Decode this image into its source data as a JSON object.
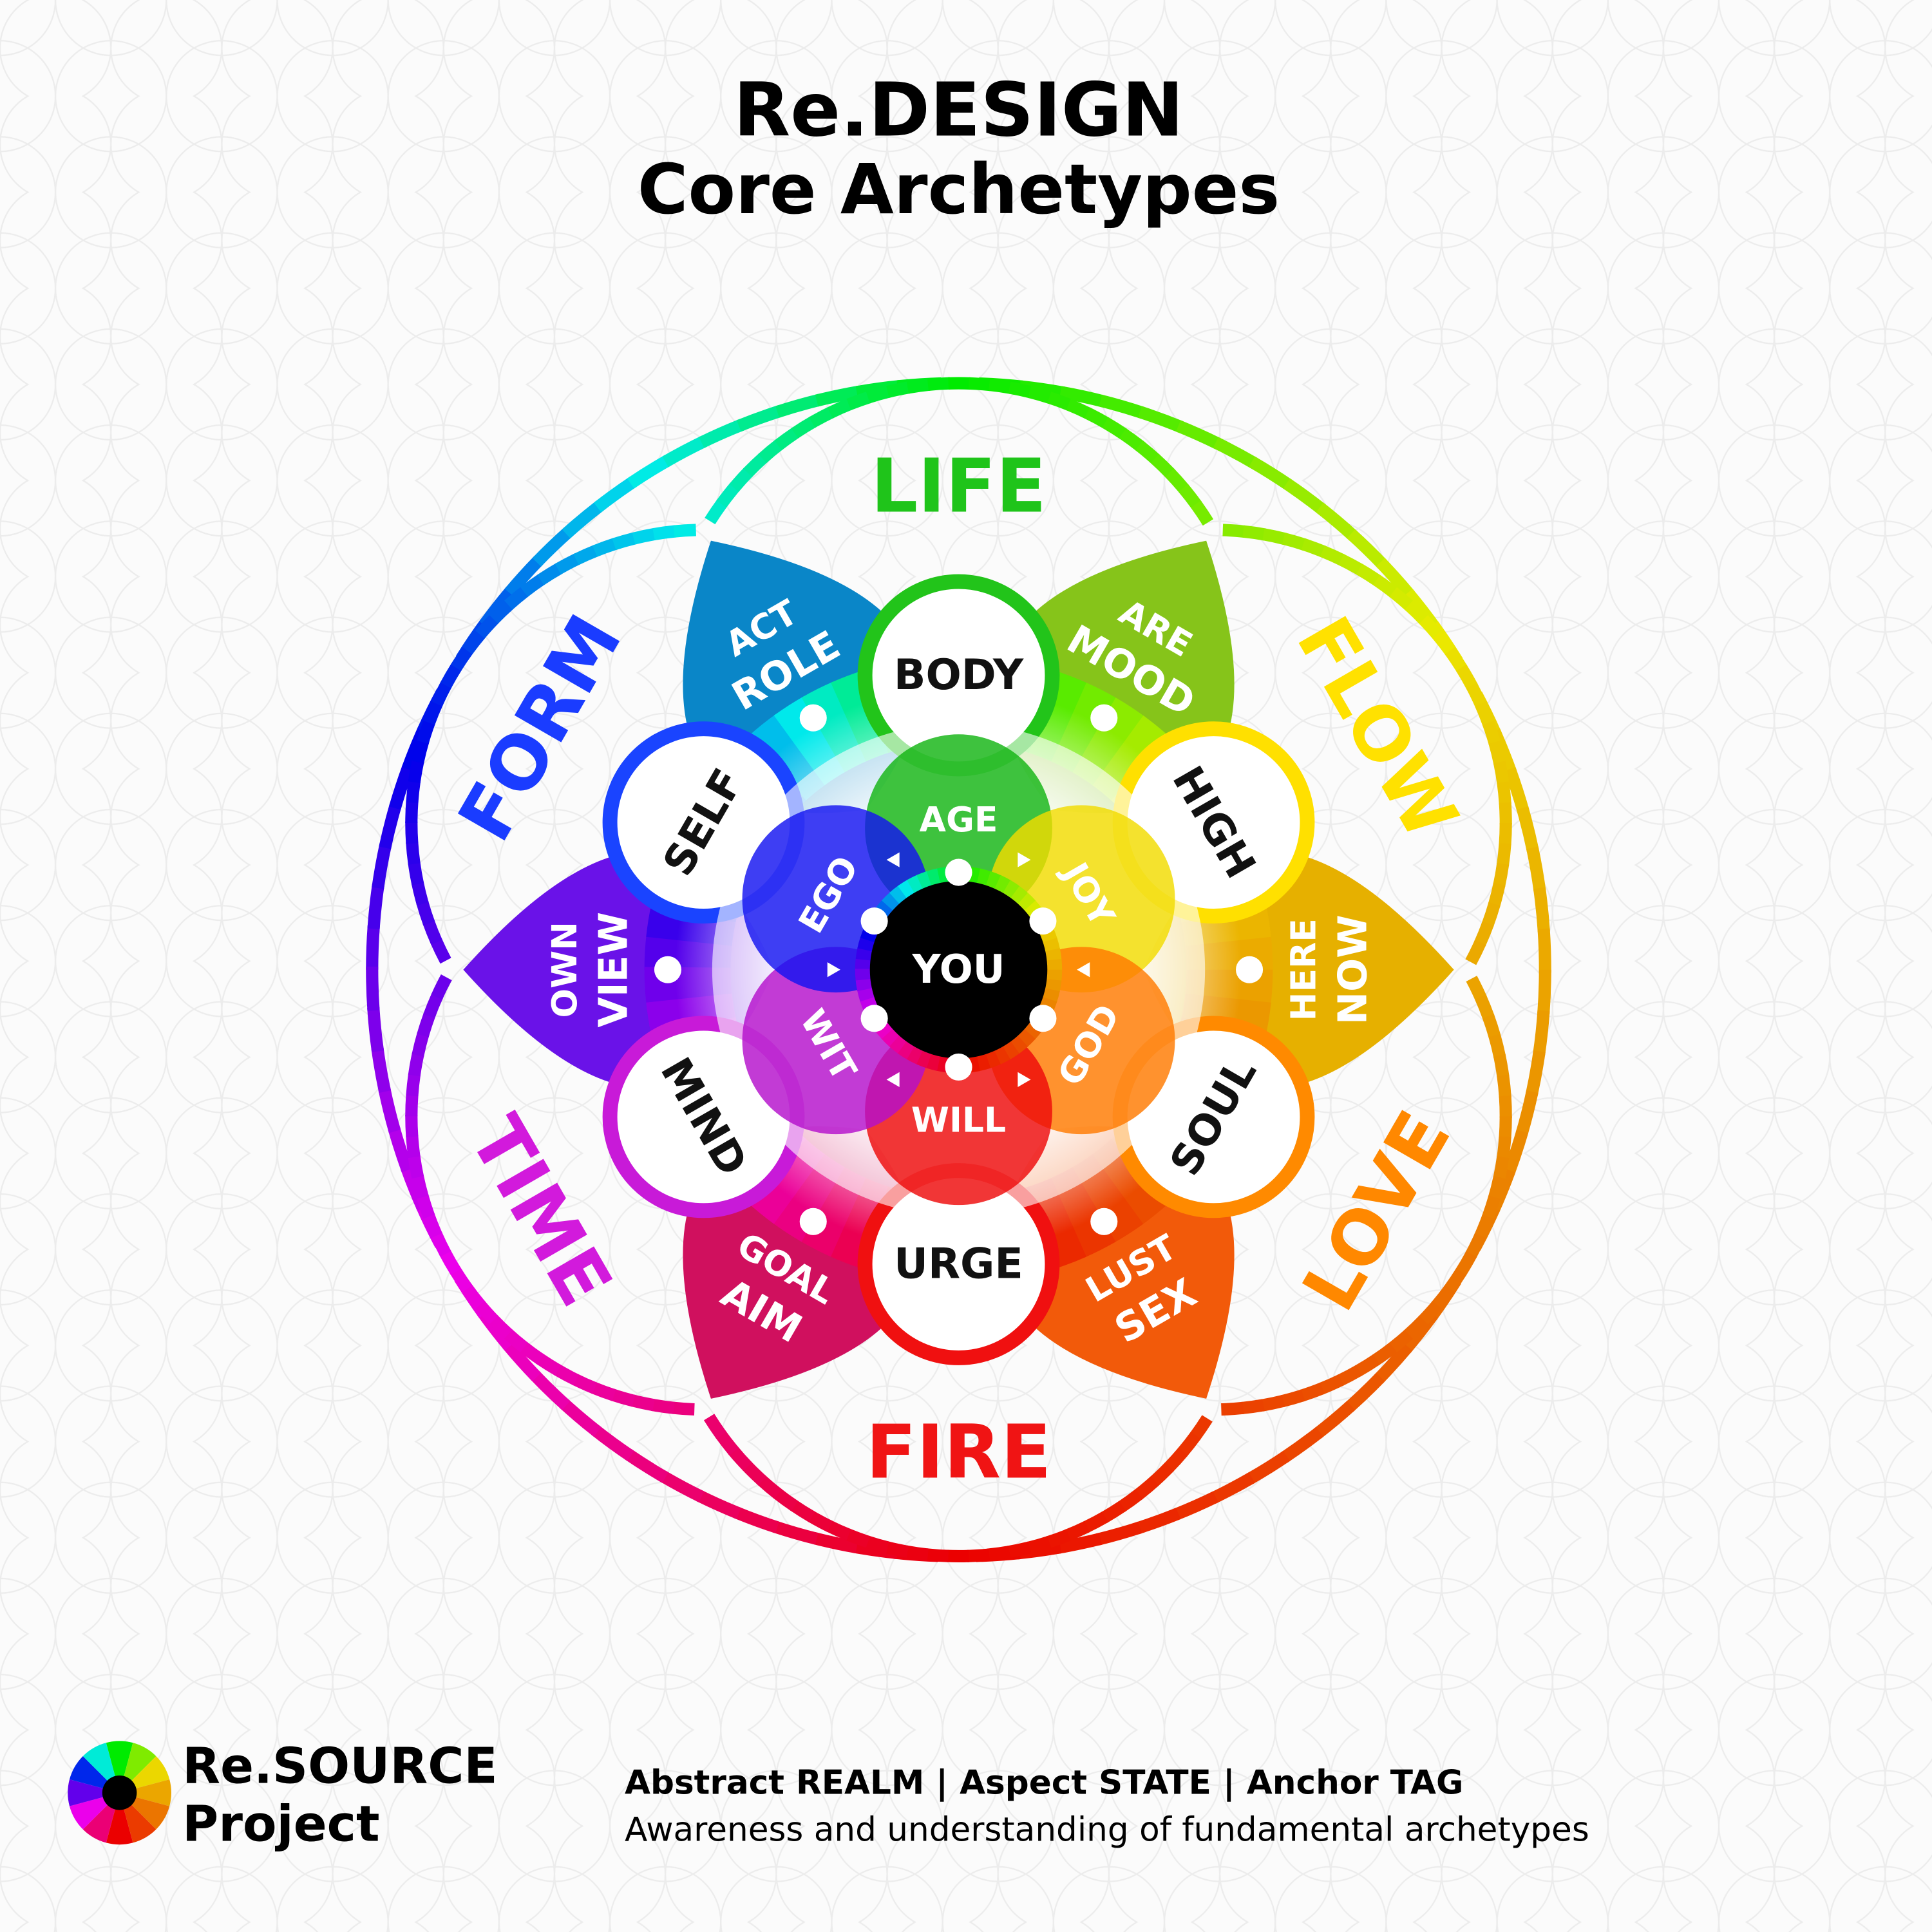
{
  "title": {
    "line1": "Re.DESIGN",
    "line2": "Core Archetypes"
  },
  "outer_words": [
    {
      "label": "LIFE",
      "color": "#1fc41a"
    },
    {
      "label": "FLOW",
      "color": "#ffe100"
    },
    {
      "label": "LOVE",
      "color": "#ff8800"
    },
    {
      "label": "FIRE",
      "color": "#f01414"
    },
    {
      "label": "TIME",
      "color": "#d21adc"
    },
    {
      "label": "FORM",
      "color": "#1a3cff"
    }
  ],
  "aspect_circles": [
    {
      "label": "BODY",
      "color": "#22c41a"
    },
    {
      "label": "HIGH",
      "color": "#ffe000"
    },
    {
      "label": "SOUL",
      "color": "#ff8a00"
    },
    {
      "label": "URGE",
      "color": "#f01010"
    },
    {
      "label": "MIND",
      "color": "#c81ad8"
    },
    {
      "label": "SELF",
      "color": "#1a44ff"
    }
  ],
  "petals": [
    {
      "line1": "ARE",
      "line2": "MOOD",
      "color": "#86c41a"
    },
    {
      "line1": "HERE",
      "line2": "NOW",
      "color": "#e6b000"
    },
    {
      "line1": "LUST",
      "line2": "SEX",
      "color": "#f25a0a"
    },
    {
      "line1": "GOAL",
      "line2": "AIM",
      "color": "#d0105e"
    },
    {
      "line1": "OWN",
      "line2": "VIEW",
      "color": "#6a12e8"
    },
    {
      "line1": "ACT",
      "line2": "ROLE",
      "color": "#0a86c8"
    }
  ],
  "inner": [
    {
      "label": "AGE",
      "color": "#14b414"
    },
    {
      "label": "JOY",
      "color": "#f2dc00"
    },
    {
      "label": "GOD",
      "color": "#ff7a00"
    },
    {
      "label": "WILL",
      "color": "#ee0a0a"
    },
    {
      "label": "WIT",
      "color": "#b410cc"
    },
    {
      "label": "EGO",
      "color": "#1414f0"
    }
  ],
  "center": {
    "label": "YOU"
  },
  "footer": {
    "brand_line1": "Re.SOURCE",
    "brand_line2": "Project",
    "tagline": "Abstract REALM | Aspect STATE | Anchor TAG",
    "description": "Awareness and understanding of fundamental archetypes"
  }
}
